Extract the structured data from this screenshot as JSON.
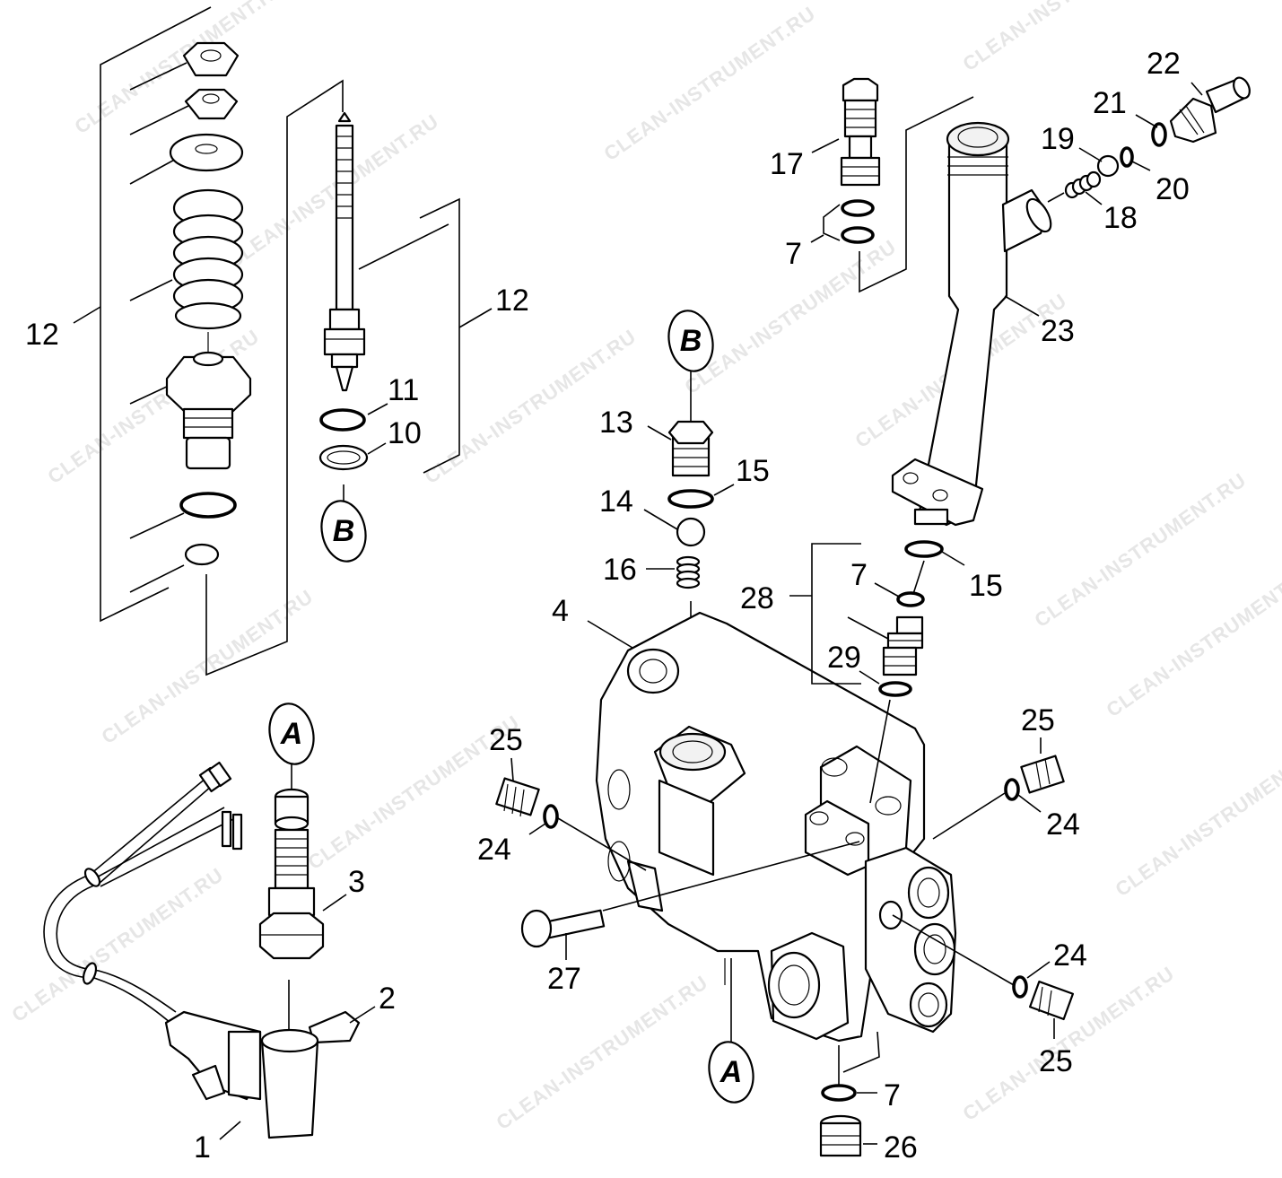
{
  "watermark": "CLEAN-INSTRUMENT.RU",
  "callouts": {
    "c1": "1",
    "c2": "2",
    "c3": "3",
    "c4": "4",
    "c7a": "7",
    "c7b": "7",
    "c7c": "7",
    "c10": "10",
    "c11": "11",
    "c12a": "12",
    "c12b": "12",
    "c13": "13",
    "c14": "14",
    "c15a": "15",
    "c15b": "15",
    "c16": "16",
    "c17": "17",
    "c18": "18",
    "c19": "19",
    "c20": "20",
    "c21": "21",
    "c22": "22",
    "c23": "23",
    "c24a": "24",
    "c24b": "24",
    "c24c": "24",
    "c25a": "25",
    "c25b": "25",
    "c25c": "25",
    "c26": "26",
    "c27": "27",
    "c28": "28",
    "c29": "29"
  },
  "refs": {
    "A_top": "A",
    "A_bottom": "A",
    "B_top": "B",
    "B_bottom": "B"
  }
}
